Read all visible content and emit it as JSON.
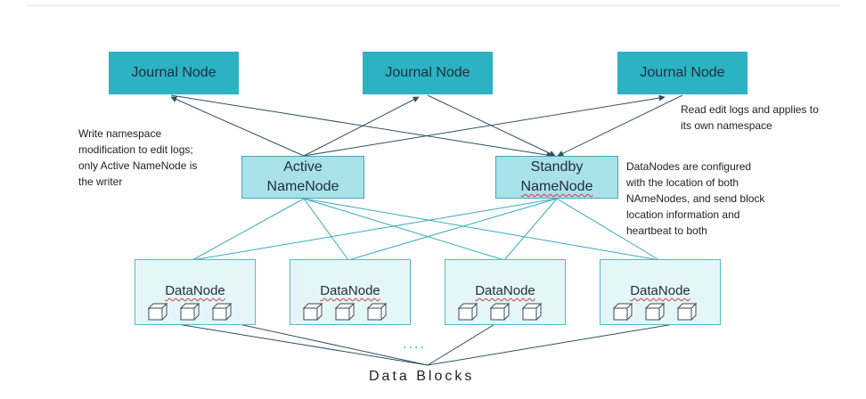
{
  "journal_nodes": [
    {
      "label": "Journal Node"
    },
    {
      "label": "Journal Node"
    },
    {
      "label": "Journal Node"
    }
  ],
  "name_nodes": {
    "active": {
      "line1": "Active",
      "line2": "NameNode"
    },
    "standby": {
      "line1": "Standby",
      "line2": "NameNode"
    }
  },
  "data_nodes": [
    {
      "label": "DataNode"
    },
    {
      "label": "DataNode"
    },
    {
      "label": "DataNode"
    },
    {
      "label": "DataNode"
    }
  ],
  "notes": {
    "writer": [
      "Write namespace",
      "modification to edit logs;",
      "only Active NameNode is",
      "the writer"
    ],
    "reader": [
      "Read edit logs and applies to",
      "its own namespace"
    ],
    "datanodes": [
      "DataNodes are configured",
      "with the location of both",
      "NAmeNodes, and send block",
      "location information and",
      "heartbeat to both"
    ]
  },
  "ellipsis": "....",
  "data_blocks_label": "Data Blocks",
  "colors": {
    "journal_fill": "#2bb3c4",
    "namenode_fill": "#a9e1e8",
    "datanode_fill": "#e5f6f9",
    "line": "#3aa9bd",
    "arrow": "#2f5061"
  }
}
